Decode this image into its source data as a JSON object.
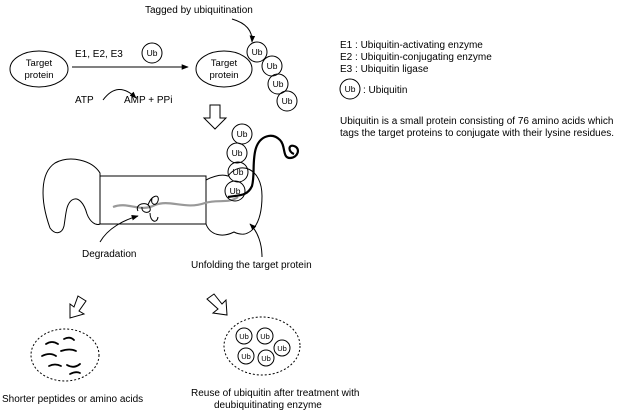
{
  "labels": {
    "tagged": "Tagged by ubiquitination",
    "enzymes": "E1, E2, E3",
    "target_protein_line1": "Target",
    "target_protein_line2": "protein",
    "atp": "ATP",
    "amp": "AMP + PPi",
    "degradation": "Degradation",
    "unfolding": "Unfolding the target protein",
    "peptides": "Shorter peptides or amino acids",
    "reuse_line1": "Reuse of ubiquitin after treatment with",
    "reuse_line2": "deubiquitinating enzyme",
    "ub": "Ub"
  },
  "legend": {
    "e1": "E1 : Ubiquitin-activating enzyme",
    "e2": "E2 : Ubiquitin-conjugating enzyme",
    "e3": "E3 : Ubiquitin ligase",
    "ub_label": ": Ubiquitin",
    "note_line1": "Ubiquitin is a small protein consisting of 76 amino acids which",
    "note_line2": "tags the target proteins to conjugate with their lysine residues."
  }
}
